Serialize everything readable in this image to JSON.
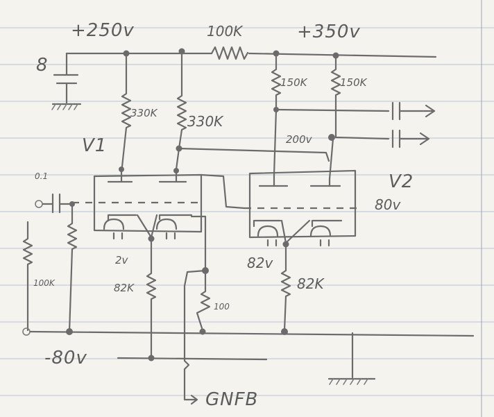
{
  "labels": {
    "b_plus_250": "+250v",
    "b_plus_350": "+350v",
    "r_feed": "100K",
    "node_8": "8",
    "r_load_a": "330K",
    "r_load_b": "330K",
    "r_load_c": "150K",
    "r_load_d": "150K",
    "tube_v1": "V1",
    "tube_v2": "V2",
    "v_200": "200v",
    "v_80": "80v",
    "cap_in": "0.1",
    "r_grid": "100K",
    "v_2": "2v",
    "r_tail_1": "82K",
    "r_fb": "100",
    "v_82": "82v",
    "r_tail_2": "82K",
    "rail_neg": "-80v",
    "gnfb": "GNFB"
  }
}
